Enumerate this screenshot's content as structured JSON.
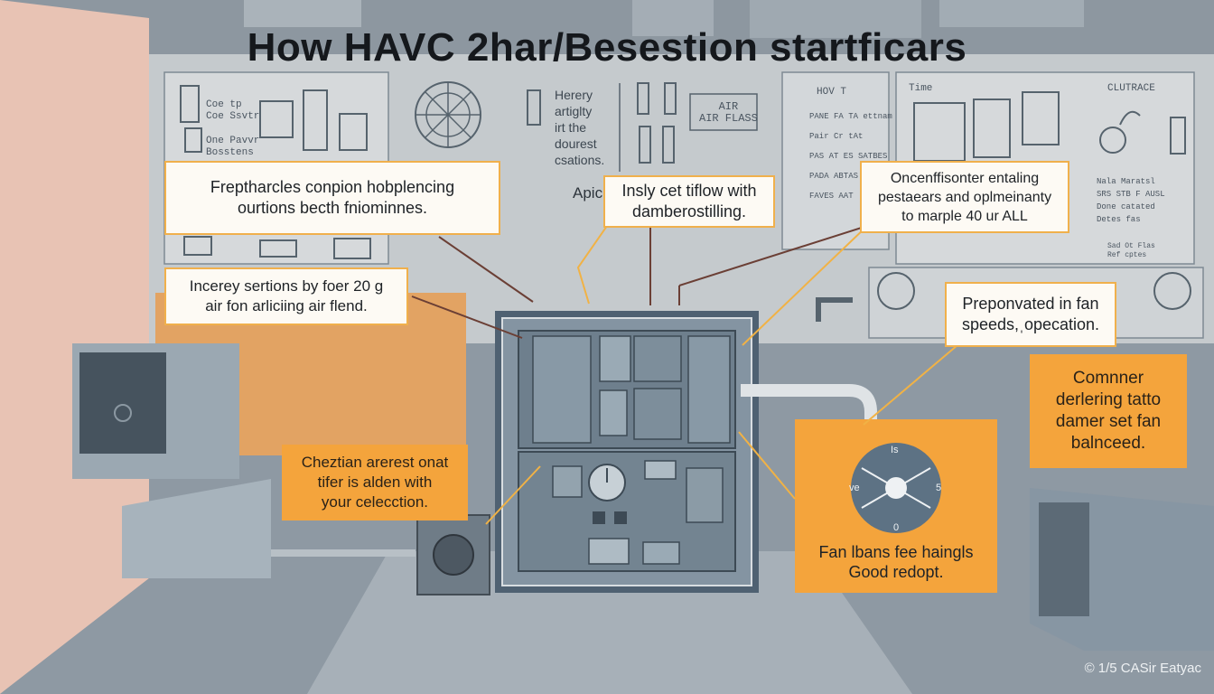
{
  "title": "How HAVC 2har/Besestion  startficars",
  "board_labels": {
    "left_top_1": "Coe tp\nCoe Ssvtr",
    "left_top_2": "One Pavvr\nBosstens",
    "center_text": "Herery\nartiglty\nirt the\ndourest\ncsations.",
    "air_box": "AIR\nAIR FLASS",
    "right_hovet": "HOV T",
    "right_hovet_rows": "PANE FA TA ettnam\nPair Cr tAt\nPAS AT ES SATBES\nPADA ABTAS\nFAVES AAT",
    "right_time": "Time",
    "right_clutrace": "CLUTRACE",
    "right_notes": "Nala Maratsl\nSRS STB F AUSL\nDone catated\nDetes fas",
    "right_small": "Sad Ot Flas\nRef cptes"
  },
  "apic_label": "Apic",
  "callouts": {
    "top_left": [
      "Freptharсles conpion hobplencing",
      "ourtions becth fniominnes."
    ],
    "top_center": [
      "Insly cet tiflow with",
      "damberostilling."
    ],
    "top_right": [
      "Oncenffisonter entaling",
      "pestaears and oplmeinanty",
      "to marple 40 ur ALL"
    ],
    "mid_left": [
      "Incerey sertions by foer 20 g",
      "air fon arliciing air flend."
    ],
    "mid_right": [
      "Preponvated in fan",
      "speeds,ˌopecation."
    ],
    "far_right": [
      "Comnner",
      "derlering tatto",
      "damer set fan",
      "balnceed."
    ],
    "bottom_left": [
      "Cheztian arerest onat",
      "tifer is alden with",
      "your celecction."
    ],
    "bottom_right": [
      "Fan lbans fee haingls",
      "Good redopt."
    ]
  },
  "fan_dial": {
    "top": "Is",
    "left": "ve",
    "right": "5",
    "bottom": "0"
  },
  "footer": "© 1/5 CASir Eatyac",
  "colors": {
    "accent_orange": "#f4a43c",
    "callout_border": "#f0b04c",
    "unit_blue": "#5f7384",
    "wall": "#c9cdd0",
    "floor": "#9aa4ad"
  }
}
